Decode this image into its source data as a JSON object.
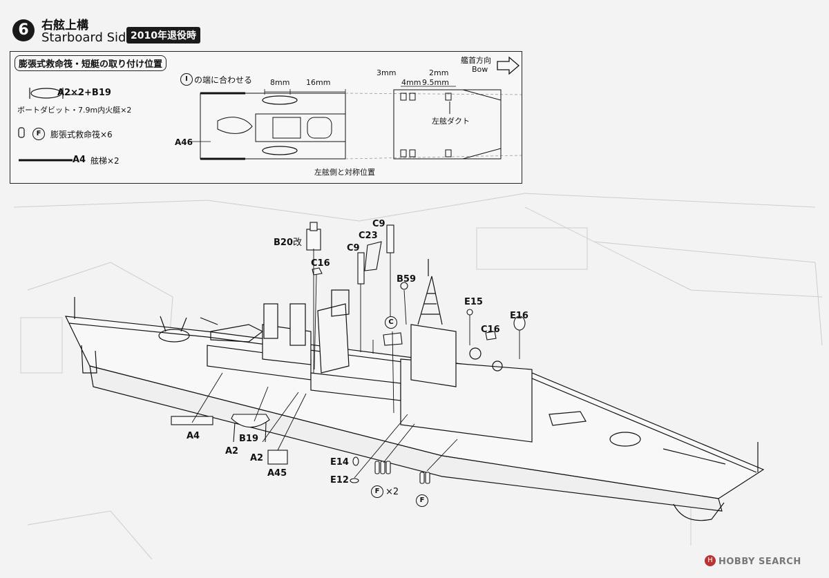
{
  "header": {
    "step_number": "6",
    "title_jp": "右舷上構",
    "title_en": "Starboard Side",
    "era_badge": "2010年退役時"
  },
  "info_box": {
    "heading": "膨張式救命筏・短艇の取り付け位置",
    "legend": {
      "item1_parts": "A2×2+B19",
      "item1_desc": "ボートダビット・7.9m内火艇×2",
      "item2_letter": "F",
      "item2_desc": "膨張式救命筏×6",
      "item3_parts": "A4",
      "item3_desc": "舷梯×2"
    },
    "align_note_letter": "I",
    "align_note": "の端に合わせる",
    "dim_8": "8mm",
    "dim_16": "16mm",
    "dim_3": "3mm",
    "dim_4": "4mm",
    "dim_2": "2mm",
    "dim_95": "9.5mm",
    "part_a46": "A46",
    "duct_label": "左舷ダクト",
    "symmetry_note": "左舷側と対称位置",
    "bow_jp": "艦首方向",
    "bow_en": "Bow"
  },
  "parts": {
    "b20": "B20",
    "b20_suffix": "改",
    "c9_top": "C9",
    "c23": "C23",
    "c9_mid": "C9",
    "c16_left": "C16",
    "b59": "B59",
    "c_circle": "C",
    "e15": "E15",
    "e16": "E16",
    "c16_right": "C16",
    "a4": "A4",
    "b19": "B19",
    "a2_left": "A2",
    "a2_right": "A2",
    "a45": "A45",
    "e14": "E14",
    "e12": "E12",
    "f_circle": "F",
    "f_times2": "×2",
    "f_single": "F"
  },
  "watermark": "HOBBY SEARCH"
}
